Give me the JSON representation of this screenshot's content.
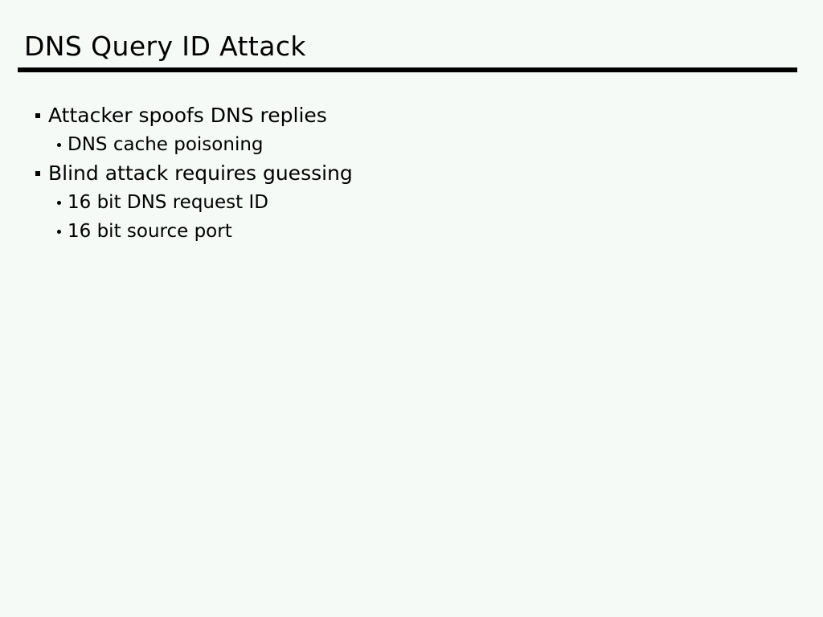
{
  "slide": {
    "title": "DNS Query ID Attack",
    "background_color": "#f5faf7",
    "text_color": "#000000",
    "rule_color": "#000000",
    "bullets": [
      {
        "level": 1,
        "marker": "square-bullet",
        "text": "Attacker spoofs DNS replies"
      },
      {
        "level": 2,
        "marker": "dot-bullet",
        "text": "DNS cache poisoning"
      },
      {
        "level": 1,
        "marker": "square-bullet",
        "text": "Blind attack requires guessing"
      },
      {
        "level": 2,
        "marker": "dot-bullet",
        "text": "16 bit DNS request ID"
      },
      {
        "level": 2,
        "marker": "dot-bullet",
        "text": "16 bit source port"
      }
    ]
  }
}
